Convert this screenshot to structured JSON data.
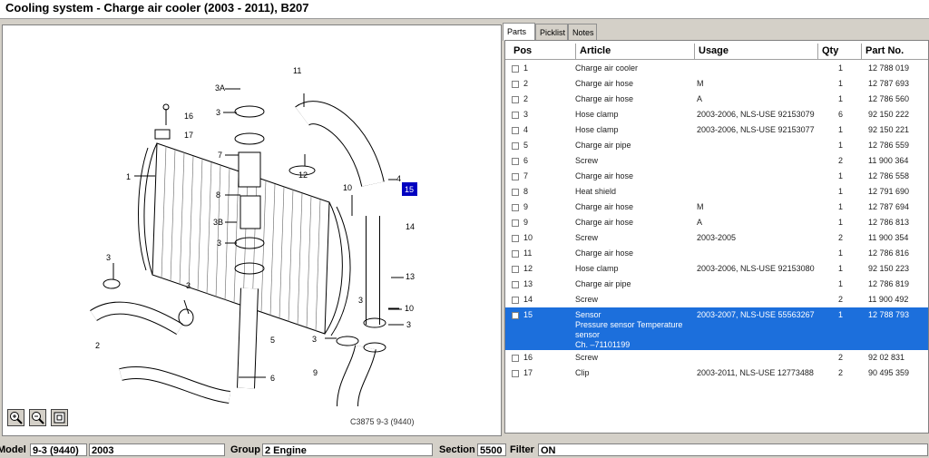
{
  "title": "Cooling system - Charge air cooler   (2003 - 2011), B207",
  "tabs": [
    "Parts",
    "Picklist",
    "Notes"
  ],
  "columns": [
    "Pos",
    "Article",
    "Usage",
    "Qty",
    "Part No."
  ],
  "rows": [
    {
      "pos": "1",
      "article": [
        "Charge air cooler"
      ],
      "usage": "",
      "qty": "1",
      "part": "12 788 019"
    },
    {
      "pos": "2",
      "article": [
        "Charge air hose"
      ],
      "usage": "M",
      "qty": "1",
      "part": "12 787 693"
    },
    {
      "pos": "2",
      "article": [
        "Charge air hose"
      ],
      "usage": "A",
      "qty": "1",
      "part": "12 786 560"
    },
    {
      "pos": "3",
      "article": [
        "Hose clamp"
      ],
      "usage": "2003-2006, NLS-USE 92153079",
      "qty": "6",
      "part": "92 150 222"
    },
    {
      "pos": "4",
      "article": [
        "Hose clamp"
      ],
      "usage": "2003-2006, NLS-USE 92153077",
      "qty": "1",
      "part": "92 150 221"
    },
    {
      "pos": "5",
      "article": [
        "Charge air pipe"
      ],
      "usage": "",
      "qty": "1",
      "part": "12 786 559"
    },
    {
      "pos": "6",
      "article": [
        "Screw"
      ],
      "usage": "",
      "qty": "2",
      "part": "11 900 364"
    },
    {
      "pos": "7",
      "article": [
        "Charge air hose"
      ],
      "usage": "",
      "qty": "1",
      "part": "12 786 558"
    },
    {
      "pos": "8",
      "article": [
        "Heat shield"
      ],
      "usage": "",
      "qty": "1",
      "part": "12 791 690"
    },
    {
      "pos": "9",
      "article": [
        "Charge air hose"
      ],
      "usage": "M",
      "qty": "1",
      "part": "12 787 694"
    },
    {
      "pos": "9",
      "article": [
        "Charge air hose"
      ],
      "usage": "A",
      "qty": "1",
      "part": "12 786 813"
    },
    {
      "pos": "10",
      "article": [
        "Screw"
      ],
      "usage": "2003-2005",
      "qty": "2",
      "part": "11 900 354"
    },
    {
      "pos": "11",
      "article": [
        "Charge air hose"
      ],
      "usage": "",
      "qty": "1",
      "part": "12 786 816"
    },
    {
      "pos": "12",
      "article": [
        "Hose clamp"
      ],
      "usage": "2003-2006, NLS-USE 92153080",
      "qty": "1",
      "part": "92 150 223"
    },
    {
      "pos": "13",
      "article": [
        "Charge air pipe"
      ],
      "usage": "",
      "qty": "1",
      "part": "12 786 819"
    },
    {
      "pos": "14",
      "article": [
        "Screw"
      ],
      "usage": "",
      "qty": "2",
      "part": "11 900 492"
    },
    {
      "pos": "15",
      "article": [
        "Sensor",
        "Pressure sensor  Temperature",
        "sensor",
        "Ch. –71101199"
      ],
      "usage": "2003-2007, NLS-USE 55563267",
      "qty": "1",
      "part": "12 788 793",
      "selected": true
    },
    {
      "pos": "16",
      "article": [
        "Screw"
      ],
      "usage": "",
      "qty": "2",
      "part": "92 02 831"
    },
    {
      "pos": "17",
      "article": [
        "Clip"
      ],
      "usage": "2003-2011, NLS-USE 12773488",
      "qty": "2",
      "part": "90 495 359"
    }
  ],
  "diagram": {
    "callouts": [
      "1",
      "2",
      "3",
      "3A",
      "3",
      "7",
      "8",
      "3B",
      "3",
      "3",
      "3",
      "4",
      "5",
      "6",
      "9",
      "10",
      "10",
      "11",
      "12",
      "13",
      "14",
      "15",
      "16",
      "17",
      "3",
      "3"
    ],
    "caption": "C3875 9-3 (9440)",
    "highlight_color": "#0000c0"
  },
  "zoom_icons": [
    "zoom-in-icon",
    "zoom-out-icon",
    "fit-page-icon"
  ],
  "status": {
    "model_label": "Model",
    "model_value": "9-3 (9440)",
    "year_value": "2003",
    "group_label": "Group",
    "group_value": "2 Engine",
    "section_label": "Section",
    "section_value": "5500",
    "filter_label": "Filter",
    "filter_value": "ON"
  },
  "colors": {
    "selection": "#1c6fdc",
    "window": "#d4d0c8"
  }
}
